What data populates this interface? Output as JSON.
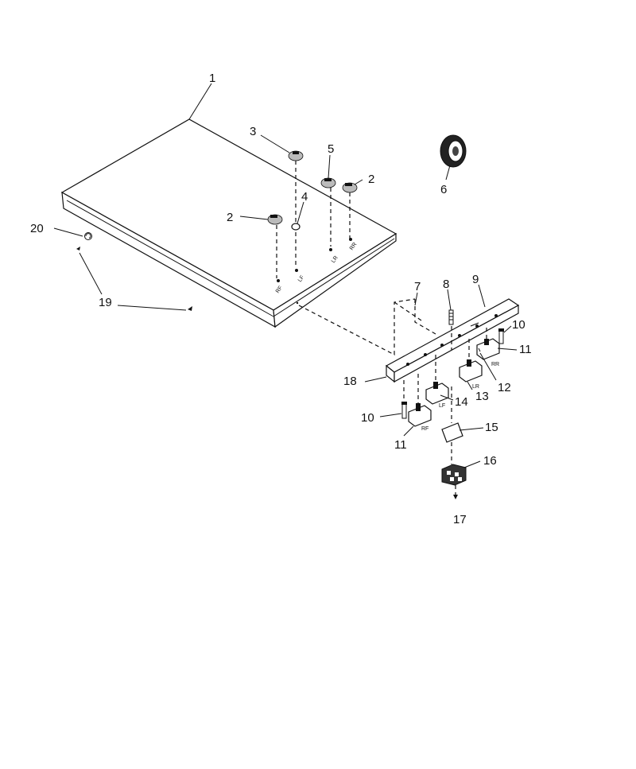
{
  "callouts": {
    "c1": "1",
    "c2a": "2",
    "c2b": "2",
    "c3": "3",
    "c4": "4",
    "c5": "5",
    "c6": "6",
    "c7": "7",
    "c8": "8",
    "c9": "9",
    "c10a": "10",
    "c10b": "10",
    "c11a": "11",
    "c11b": "11",
    "c12": "12",
    "c13": "13",
    "c14": "14",
    "c15": "15",
    "c16": "16",
    "c17": "17",
    "c18": "18",
    "c19": "19",
    "c20": "20"
  },
  "position_labels": {
    "rf_top": "RF",
    "lf_top": "LF",
    "lr_top": "LR",
    "rr_top": "RR",
    "rr_valve": "RR",
    "lr_valve": "LR",
    "lf_valve": "LF",
    "rf_valve": "RF"
  }
}
